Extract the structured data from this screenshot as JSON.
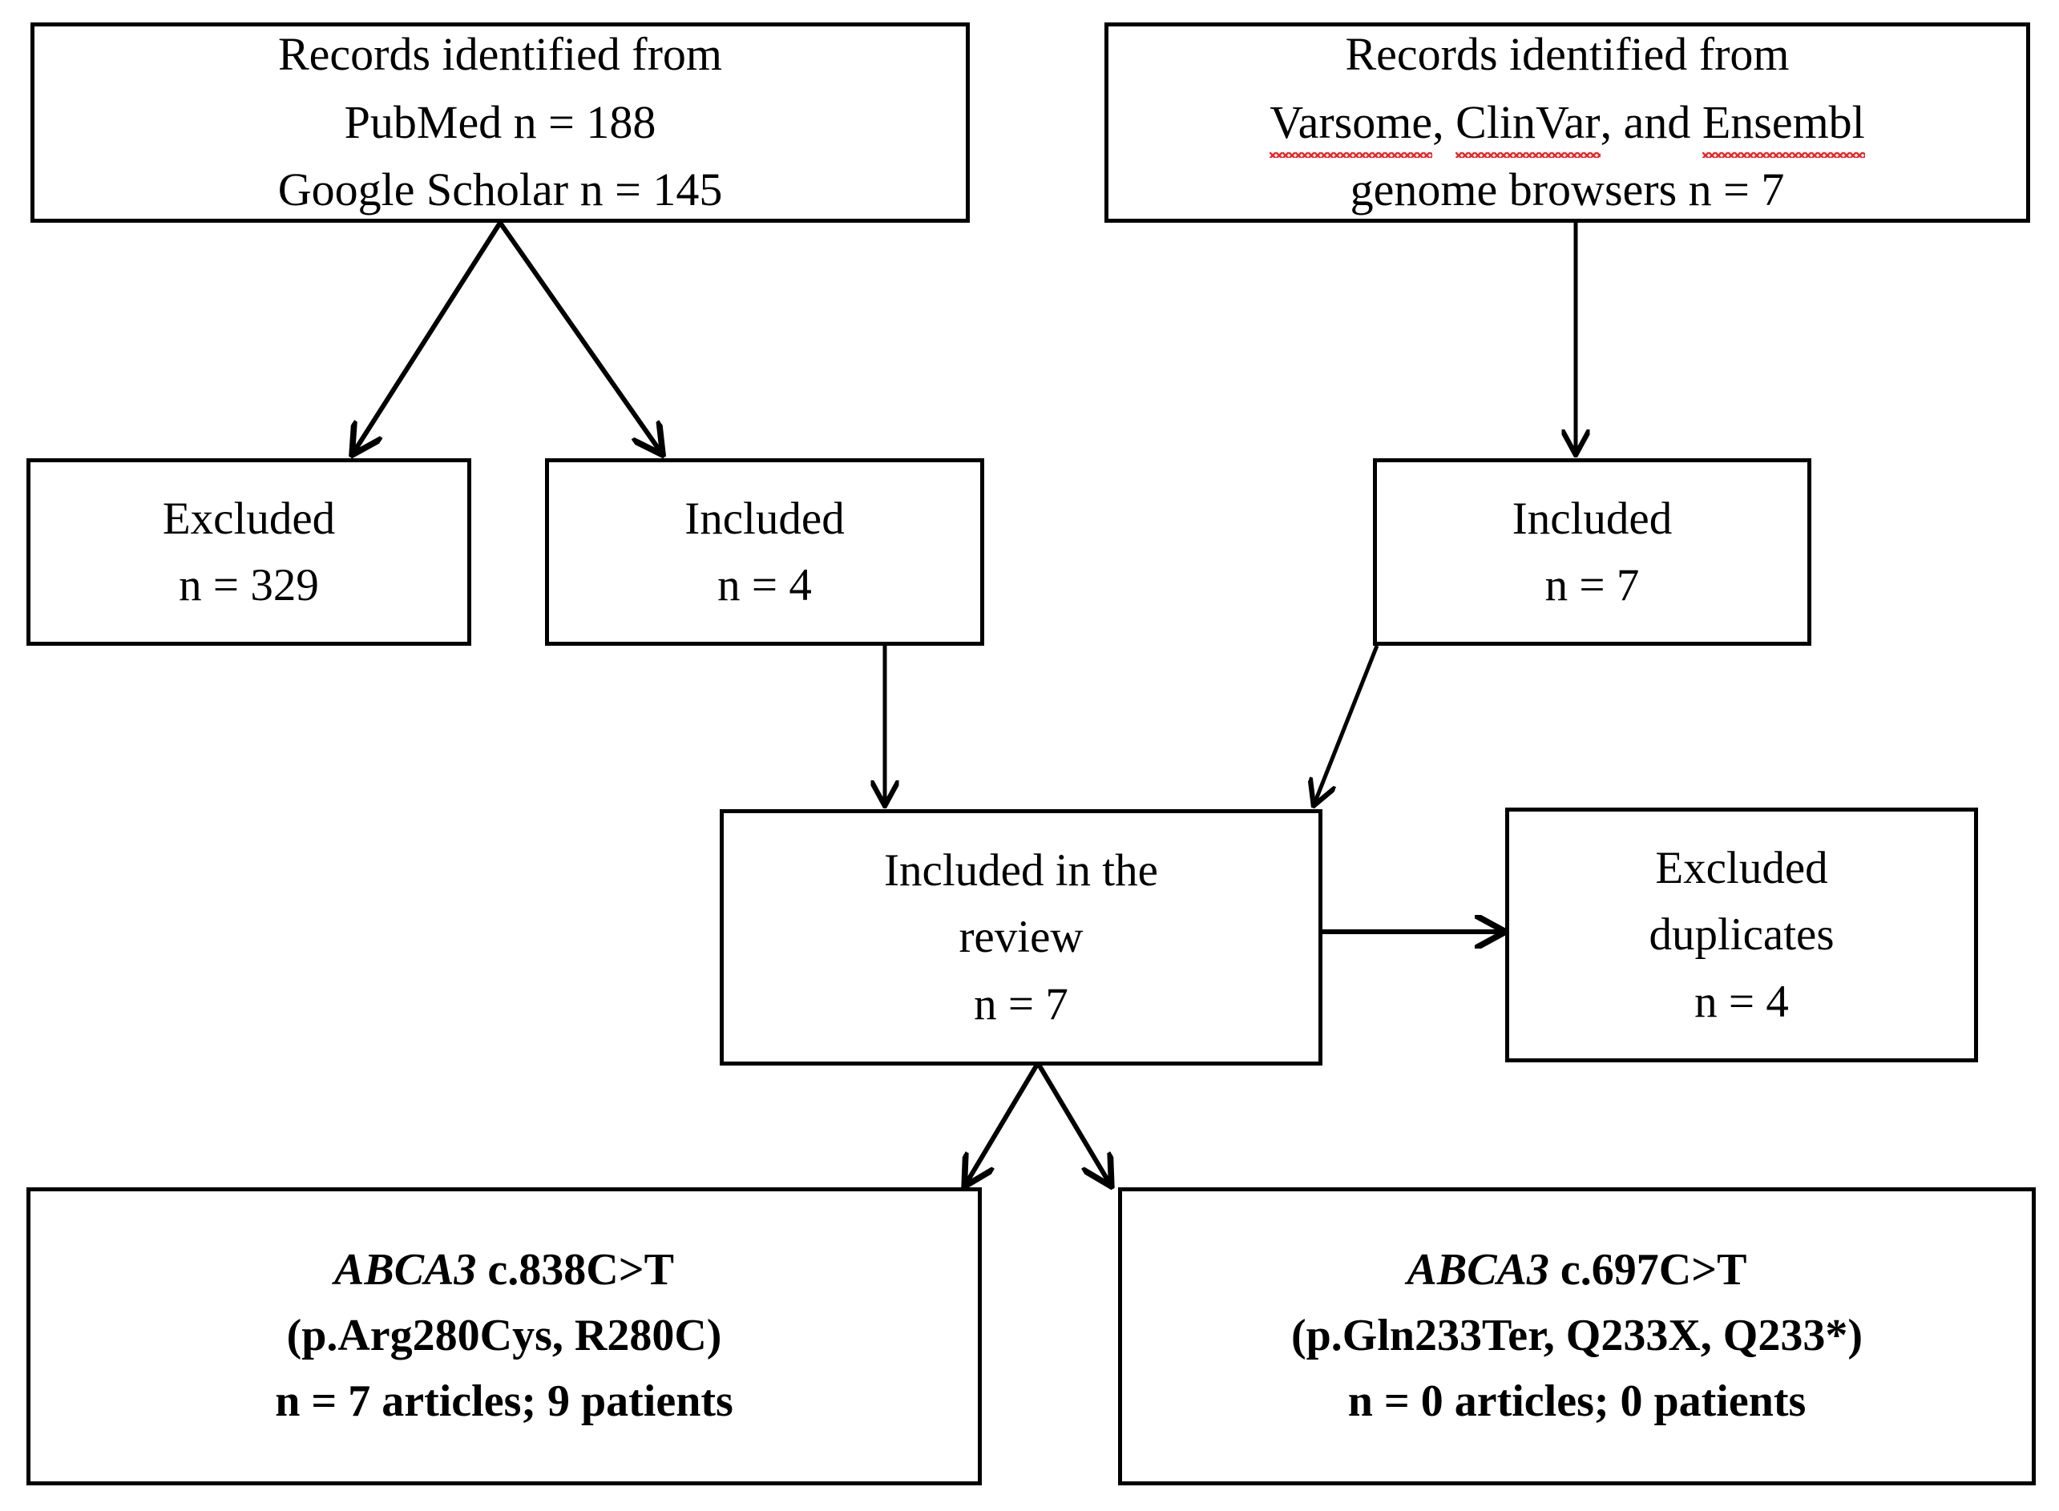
{
  "diagram": {
    "type": "prisma-flow-diagram",
    "title": "",
    "nodes": {
      "records_pubmed": {
        "lines": [
          "Records identified from",
          "PubMed n = 188",
          "Google Scholar n = 145"
        ]
      },
      "records_databases": {
        "lines": [
          "Records identified from",
          "Varsome, ClinVar, and Ensembl",
          "genome browsers n = 7"
        ],
        "line2_parts": [
          {
            "text": "Varsome",
            "spellcheck_error": true
          },
          {
            "text": ", ",
            "spellcheck_error": false
          },
          {
            "text": "ClinVar",
            "spellcheck_error": true
          },
          {
            "text": ", and ",
            "spellcheck_error": false
          },
          {
            "text": "Ensembl",
            "spellcheck_error": true
          }
        ]
      },
      "excluded_left": {
        "lines": [
          "Excluded",
          "n = 329"
        ]
      },
      "included_left": {
        "lines": [
          "Included",
          "n = 4"
        ]
      },
      "included_right": {
        "lines": [
          "Included",
          "n = 7"
        ]
      },
      "included_review": {
        "lines": [
          "Included in the",
          "review",
          "n = 7"
        ]
      },
      "excluded_duplicates": {
        "lines": [
          "Excluded",
          "duplicates",
          "n = 4"
        ]
      },
      "variant_838": {
        "gene": "ABCA3",
        "lines": [
          "ABCA3 c.838C>T",
          "(p.Arg280Cys, R280C)",
          "n = 7 articles; 9 patients"
        ],
        "line1_gene": "ABCA3",
        "line1_rest": " c.838C>T",
        "line2": "(p.Arg280Cys, R280C)",
        "line3": "n = 7 articles; 9 patients"
      },
      "variant_697": {
        "gene": "ABCA3",
        "lines": [
          "ABCA3 c.697C>T",
          "(p.Gln233Ter, Q233X, Q233*)",
          "n = 0 articles; 0 patients"
        ],
        "line1_gene": "ABCA3",
        "line1_rest": " c.697C>T",
        "line2": "(p.Gln233Ter, Q233X, Q233*)",
        "line3": "n = 0 articles; 0 patients"
      }
    },
    "edges": [
      {
        "from": "records_pubmed",
        "to": "excluded_left",
        "style": "diagonal-arrow"
      },
      {
        "from": "records_pubmed",
        "to": "included_left",
        "style": "diagonal-arrow"
      },
      {
        "from": "records_databases",
        "to": "included_right",
        "style": "vertical-arrow"
      },
      {
        "from": "included_left",
        "to": "included_review",
        "style": "vertical-arrow"
      },
      {
        "from": "included_right",
        "to": "included_review",
        "style": "diagonal-arrow"
      },
      {
        "from": "included_review",
        "to": "excluded_duplicates",
        "style": "horizontal-arrow"
      },
      {
        "from": "included_review",
        "to": "variant_838",
        "style": "diagonal-arrow"
      },
      {
        "from": "included_review",
        "to": "variant_697",
        "style": "diagonal-arrow"
      }
    ],
    "colors": {
      "stroke": "#000000",
      "background": "#ffffff",
      "spellcheck_underline": "#f0262d"
    }
  }
}
